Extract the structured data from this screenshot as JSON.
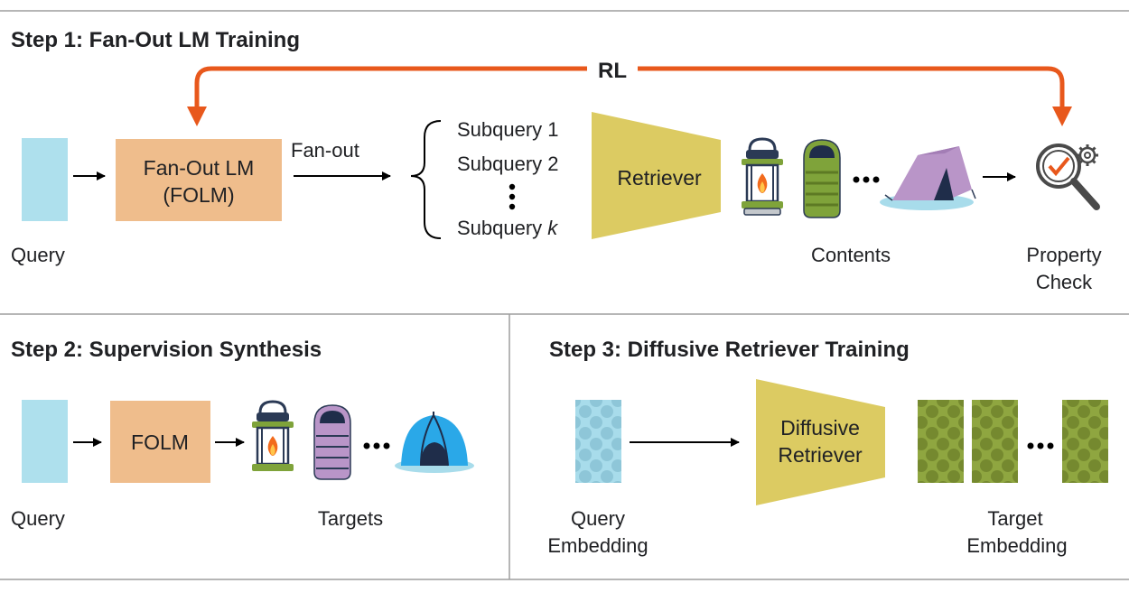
{
  "step1": {
    "title": "Step 1: Fan-Out LM Training",
    "rl_label": "RL",
    "query_label": "Query",
    "folm_line1": "Fan-Out LM",
    "folm_line2": "(FOLM)",
    "fanout_label": "Fan-out",
    "subquery1": "Subquery 1",
    "subquery2": "Subquery 2",
    "subqueryk": "Subquery ",
    "subqueryk_var": "k",
    "retriever_label": "Retriever",
    "contents_label": "Contents",
    "property_line1": "Property",
    "property_line2": "Check"
  },
  "step2": {
    "title": "Step 2: Supervision Synthesis",
    "query_label": "Query",
    "folm_label": "FOLM",
    "targets_label": "Targets"
  },
  "step3": {
    "title": "Step 3: Diffusive Retriever Training",
    "query_line1": "Query",
    "query_line2": "Embedding",
    "retriever_line1": "Diffusive",
    "retriever_line2": "Retriever",
    "target_line1": "Target",
    "target_line2": "Embedding"
  },
  "colors": {
    "query_block": "#aee0ed",
    "folm_box": "#efbd8c",
    "retriever": "#dccb62",
    "rl_arrow": "#e8581c",
    "embedding_blue": "#a8dceb",
    "embedding_green": "#8fa640",
    "divider": "#9e9e9e"
  },
  "icons": [
    "lantern-icon",
    "sleeping-bag-icon",
    "tent-icon",
    "magnifier-check-icon",
    "gear-icon"
  ]
}
